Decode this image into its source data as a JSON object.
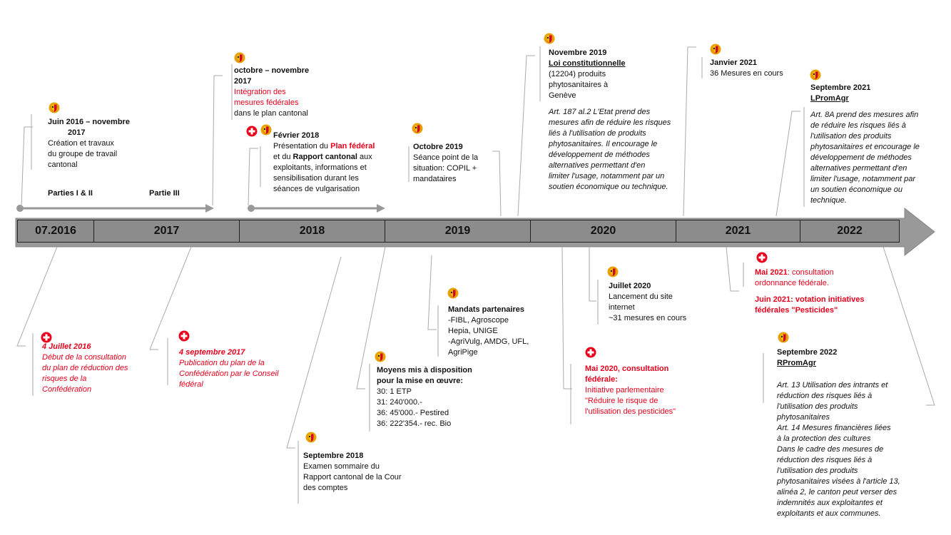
{
  "years": [
    "07.2016",
    "2017",
    "2018",
    "2019",
    "2020",
    "2021",
    "2022"
  ],
  "phases": {
    "p1": "Parties I & II",
    "p2": "Partie III"
  },
  "colors": {
    "accent_red": "#e8001c",
    "bar_gray": "#8c8c8c",
    "arrow_gray": "#999999"
  },
  "events": {
    "e2016": {
      "title1": "Juin 2016 – novembre",
      "title2": "2017",
      "body": [
        "Création et travaux",
        "du groupe de travail",
        "cantonal"
      ]
    },
    "e2017": {
      "title1": "octobre – novembre",
      "title2": "2017",
      "red": [
        "Intégration des",
        "mesures fédérales"
      ],
      "body": "dans le plan cantonal"
    },
    "e2018": {
      "title": "Février 2018",
      "l1_a": "Présentation du ",
      "l1_b": "Plan fédéral",
      "l2_a": "et du ",
      "l2_b": "Rapport cantonal",
      "l2_c": " aux",
      "rest": [
        "exploitants, informations et",
        "sensibilisation durant les",
        "séances de vulgarisation"
      ]
    },
    "e2019": {
      "title": "Octobre 2019",
      "body": [
        "Séance point de la",
        "situation: COPIL +",
        "mandataires"
      ]
    },
    "e2019b": {
      "title": "Novembre 2019",
      "title2": "Loi constitutionnelle",
      "body": [
        "(12204) produits",
        "phytosanitaires à",
        "Genève"
      ],
      "art": [
        "Art. 187 al.2 L'Etat prend des",
        "mesures afin de réduire les risques",
        "liés à l'utilisation de produits",
        "phytosanitaires. Il encourage le",
        "développement de méthodes",
        "alternatives permettant d'en",
        "limiter l'usage, notamment par un",
        "soutien économique ou technique."
      ]
    },
    "e2021": {
      "title": "Janvier 2021",
      "body": "36 Mesures en cours"
    },
    "e2021b": {
      "title": "Septembre 2021",
      "title2": "LPromAgr",
      "art": [
        "Art. 8A prend des mesures afin",
        "de réduire les risques liés à",
        "l'utilisation des produits",
        "phytosanitaires et encourage le",
        "développement de méthodes",
        "alternatives permettant d'en",
        "limiter l'usage, notamment par",
        "un soutien économique ou",
        "technique."
      ]
    },
    "c2016": {
      "title": "4 Juillet 2016",
      "body": [
        "Début de la consultation",
        "du plan de réduction des",
        "risques de la",
        "Confédération"
      ]
    },
    "c2017": {
      "title": "4 septembre 2017",
      "body": [
        "Publication du plan de la",
        "Confédération  par le Conseil",
        "fédéral"
      ]
    },
    "s2018": {
      "title": "Septembre 2018",
      "body": [
        "Examen sommaire du",
        "Rapport cantonal de la Cour",
        "des comptes"
      ]
    },
    "moyens": {
      "title": [
        "Moyens mis à disposition",
        "pour la mise en œuvre:"
      ],
      "body": [
        "30: 1 ETP",
        "31: 240'000.-",
        "36: 45'000.- Pestired",
        "36: 222'354.- rec. Bio"
      ]
    },
    "mandats": {
      "title": "Mandats partenaires",
      "body": [
        "-FIBL, Agroscope",
        "Hepia, UNIGE",
        "-AgriVulg, AMDG, UFL,",
        "AgriPige"
      ]
    },
    "mai2020": {
      "title": [
        "Mai 2020, consultation",
        "fédérale:"
      ],
      "body": [
        "Initiative parlementaire",
        "\"Réduire le risque de",
        "l'utilisation des pesticides\""
      ]
    },
    "juil2020": {
      "title": "Juillet 2020",
      "body": [
        "Lancement du site",
        "internet",
        "~31 mesures en cours"
      ]
    },
    "mai2021": {
      "l1_a": "Mai 2021",
      "l1_b": ": consultation",
      "l2": "ordonnance fédérale.",
      "l3": "Juin 2021: votation initiatives",
      "l4": "fédérales \"Pesticides\""
    },
    "s2022": {
      "title": "Septembre 2022",
      "title2": "RPromAgr",
      "art": [
        "Art. 13      Utilisation des intrants et",
        "réduction des risques liés à",
        "l'utilisation des produits",
        "phytosanitaires",
        "Art. 14      Mesures financières liées",
        "à la protection des cultures",
        "Dans le cadre des mesures de",
        "réduction des risques liés à",
        "l'utilisation des produits",
        "phytosanitaires visées à l'article 13,",
        "alinéa 2, le canton peut verser des",
        "indemnités aux exploitantes et",
        "exploitants et aux communes."
      ]
    }
  }
}
